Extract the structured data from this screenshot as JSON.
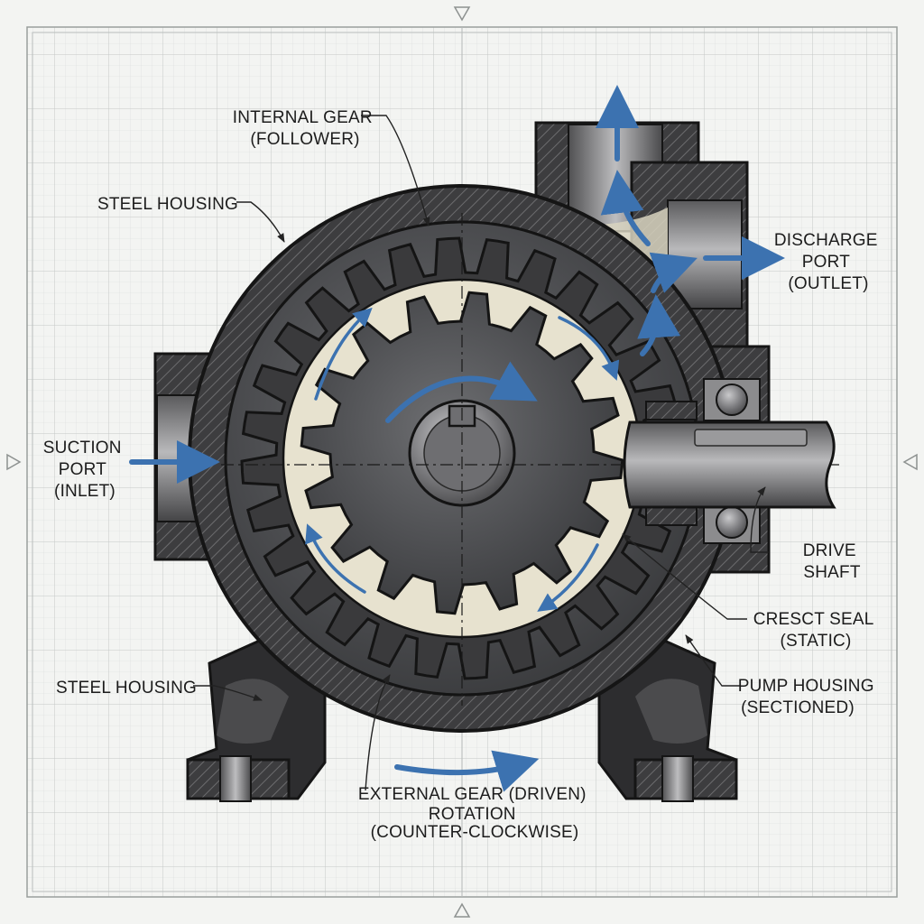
{
  "labels": {
    "internal_gear": [
      "INTERNAL GEAR",
      "(FOLLOWER)"
    ],
    "steel_housing_top": [
      "STEEL HOUSING"
    ],
    "discharge_port": [
      "DISCHARGE",
      "PORT",
      "(OUTLET)"
    ],
    "suction_port": [
      "SUCTION",
      "PORT",
      "(INLET)"
    ],
    "drive_shaft": [
      "DRIVE",
      "SHAFT"
    ],
    "cresct_seal": [
      "CRESCT SEAL",
      "(STATIC)"
    ],
    "steel_housing_bottom": [
      "STEEL HOUSING"
    ],
    "pump_housing": [
      "PUMP HOUSING",
      "(SECTIONED)"
    ],
    "external_gear": [
      "EXTERNAL GEAR (DRIVEN)",
      "ROTATION",
      "(COUNTER-CLOCKWISE)"
    ]
  },
  "colors": {
    "background": "#f3f4f2",
    "grid": "#cfd3d2",
    "housing": "#3e3e40",
    "gear_steel": "#4a4b4d",
    "crescent": "#e7e2cf",
    "flow_arrow": "#3c72b0",
    "leader": "#222222"
  },
  "gears": {
    "internal_teeth": 28,
    "external_teeth": 16
  }
}
